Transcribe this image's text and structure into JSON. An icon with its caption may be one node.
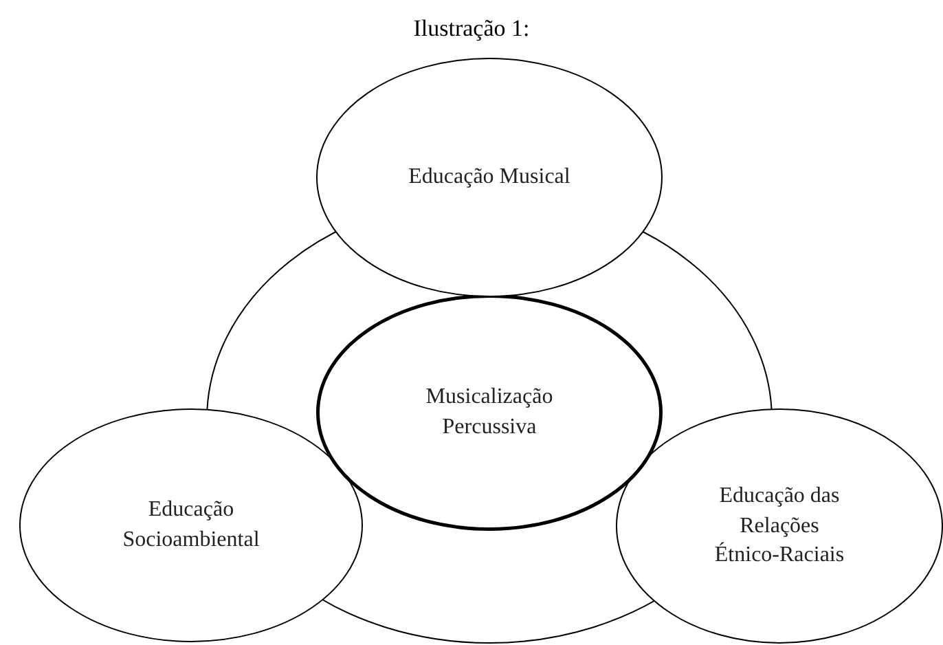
{
  "diagram": {
    "title": "Ilustração 1:",
    "nodes": [
      {
        "text": [],
        "shape": "circle"
      },
      {
        "text": [
          "Educação Musical"
        ]
      },
      {
        "text": [
          "Musicalização Percussiva"
        ],
        "in": 0
      },
      {
        "text": [
          "Educação Socioambiental"
        ]
      },
      {
        "text": [
          "Educação das Relações Étnico-Raciais"
        ]
      }
    ]
  }
}
